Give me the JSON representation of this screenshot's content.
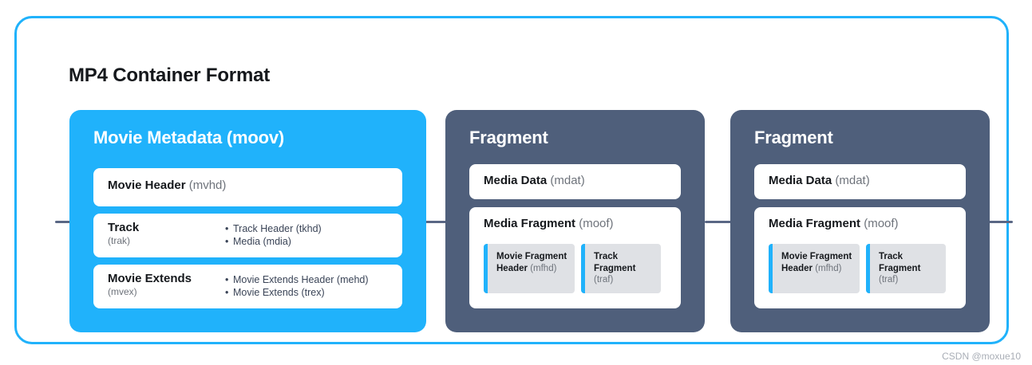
{
  "title": "MP4 Container Format",
  "colors": {
    "accent_blue": "#20B2FB",
    "panel_dark": "#4F5F7B",
    "subbox_gray": "#DFE1E5",
    "connector": "#5A6785",
    "text_dark": "#15181C",
    "text_muted": "#6E737B",
    "bullet_text": "#3A4457",
    "watermark": "#A9AEB6"
  },
  "moov": {
    "title": "Movie Metadata (moov)",
    "cards": [
      {
        "layout": "single",
        "name": "Movie Header",
        "code": "(mvhd)"
      },
      {
        "layout": "split",
        "name": "Track",
        "code": "(trak)",
        "bullets": [
          "Track Header (tkhd)",
          "Media (mdia)"
        ]
      },
      {
        "layout": "split",
        "name": "Movie Extends",
        "code": "(mvex)",
        "bullets": [
          "Movie Extends Header (mehd)",
          "Movie Extends (trex)"
        ]
      }
    ]
  },
  "fragments": [
    {
      "title": "Fragment",
      "mdat": {
        "name": "Media Data",
        "code": "(mdat)"
      },
      "moof": {
        "name": "Media Fragment",
        "code": "(moof)",
        "subboxes": [
          {
            "name": "Movie Fragment Header",
            "code": "(mfhd)"
          },
          {
            "name": "Track Fragment",
            "code": "(traf)"
          }
        ]
      }
    },
    {
      "title": "Fragment",
      "mdat": {
        "name": "Media Data",
        "code": "(mdat)"
      },
      "moof": {
        "name": "Media Fragment",
        "code": "(moof)",
        "subboxes": [
          {
            "name": "Movie Fragment Header",
            "code": "(mfhd)"
          },
          {
            "name": "Track Fragment",
            "code": "(traf)"
          }
        ]
      }
    }
  ],
  "watermark": "CSDN @moxue10"
}
